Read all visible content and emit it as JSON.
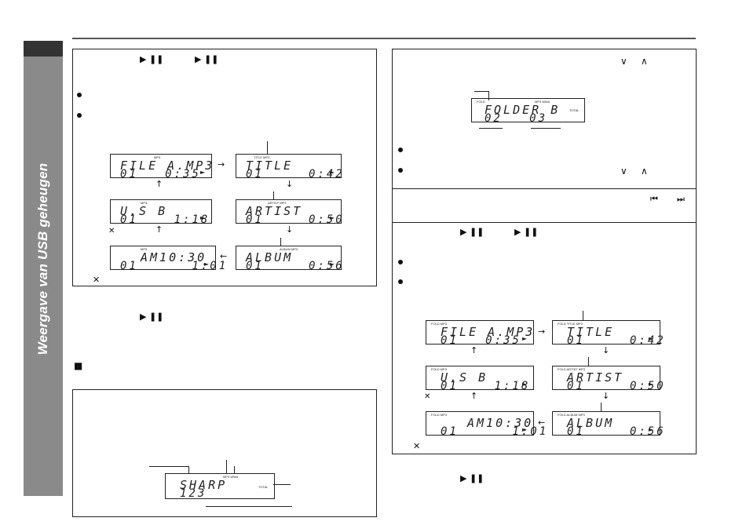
{
  "sidebar": {
    "title": "Weergave van USB geheugen"
  },
  "icons": {
    "play_pause": "▶ ❚❚",
    "down": "∨",
    "up": "∧",
    "prev": "⏮",
    "next": "⏭",
    "stop": "■",
    "cross": "✕",
    "bullet": "●"
  },
  "left_box": {
    "displays": [
      {
        "line1": "FILE A.MP3",
        "line2": "01   0:35",
        "indicator": "MP3"
      },
      {
        "line1": "TITLE",
        "line2": "01     0:42",
        "indicator": "TITLE   MP3"
      },
      {
        "line1": "U.S B",
        "line2": "01    1:18",
        "indicator": "MP3"
      },
      {
        "line1": "ARTIST",
        "line2": "01     0:50",
        "indicator": "ARTIST  MP3"
      },
      {
        "line1": "AM10:30",
        "line2": "01      1:01",
        "indicator": "MP3"
      },
      {
        "line1": "ALBUM",
        "line2": "01     0:56",
        "indicator": "ALBUM MP3"
      }
    ]
  },
  "sharp_display": {
    "line1": "SHARP",
    "line2": "123",
    "indicator": "MP3  WMA",
    "side": "TOTAL"
  },
  "folder_display": {
    "line1": "FOLDER B",
    "line2": "02   03",
    "indicator": "MP3  WMA",
    "left": "FOLD",
    "side": "TOTAL"
  },
  "right_box": {
    "displays": [
      {
        "line1": "FILE A.MP3",
        "line2": "01   0:35",
        "indicator": "FOLD      MP3"
      },
      {
        "line1": "TITLE",
        "line2": "01     0:42",
        "indicator": "FOLD  TITLE  MP3"
      },
      {
        "line1": "U.S B",
        "line2": "01    1:18",
        "indicator": "FOLD      MP3"
      },
      {
        "line1": "ARTIST",
        "line2": "01     0:50",
        "indicator": "FOLD  ARTIST MP3"
      },
      {
        "line1": "AM10:30",
        "line2": "01      1:01",
        "indicator": "FOLD      MP3"
      },
      {
        "line1": "ALBUM",
        "line2": "01     0:56",
        "indicator": "FOLD  ALBUM MP3"
      }
    ]
  }
}
